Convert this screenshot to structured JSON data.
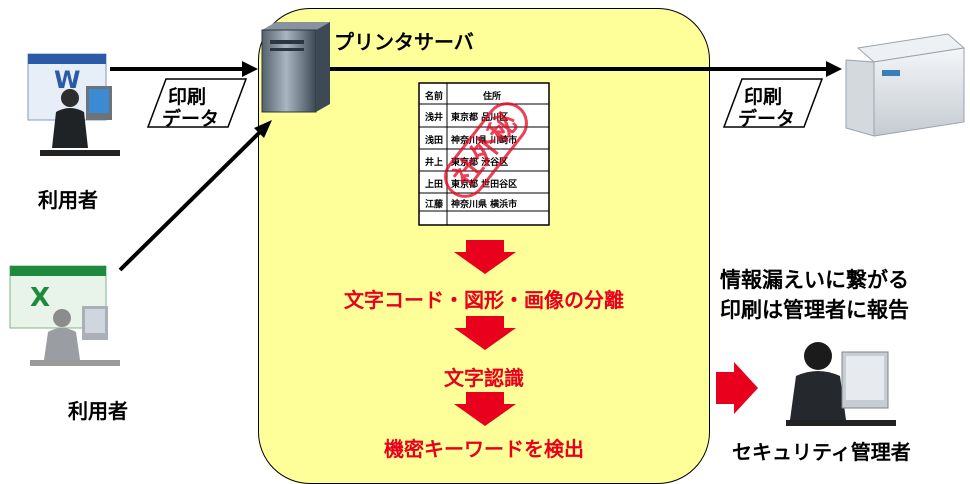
{
  "server": {
    "title": "プリンタサーバ"
  },
  "users": [
    {
      "label": "利用者",
      "app_icon": "word-icon"
    },
    {
      "label": "利用者",
      "app_icon": "excel-icon"
    }
  ],
  "print_data": {
    "line1": "印刷",
    "line2": "データ"
  },
  "document": {
    "headers": [
      "名前",
      "住所"
    ],
    "rows": [
      [
        "浅井",
        "東京都 品川区"
      ],
      [
        "浅田",
        "神奈川県 川崎市"
      ],
      [
        "井上",
        "東京都 渋谷区"
      ],
      [
        "上田",
        "東京都 世田谷区"
      ],
      [
        "江藤",
        "神奈川県 横浜市"
      ]
    ],
    "stamp": "社外秘"
  },
  "steps": [
    "文字コード・図形・画像の分離",
    "文字認識",
    "機密キーワードを検出"
  ],
  "alert": {
    "line1": "情報漏えいに繋がる",
    "line2": "印刷は管理者に報告"
  },
  "admin": {
    "label": "セキュリティ管理者"
  },
  "colors": {
    "server_panel": "#ffff99",
    "accent_red": "#e8001c"
  }
}
